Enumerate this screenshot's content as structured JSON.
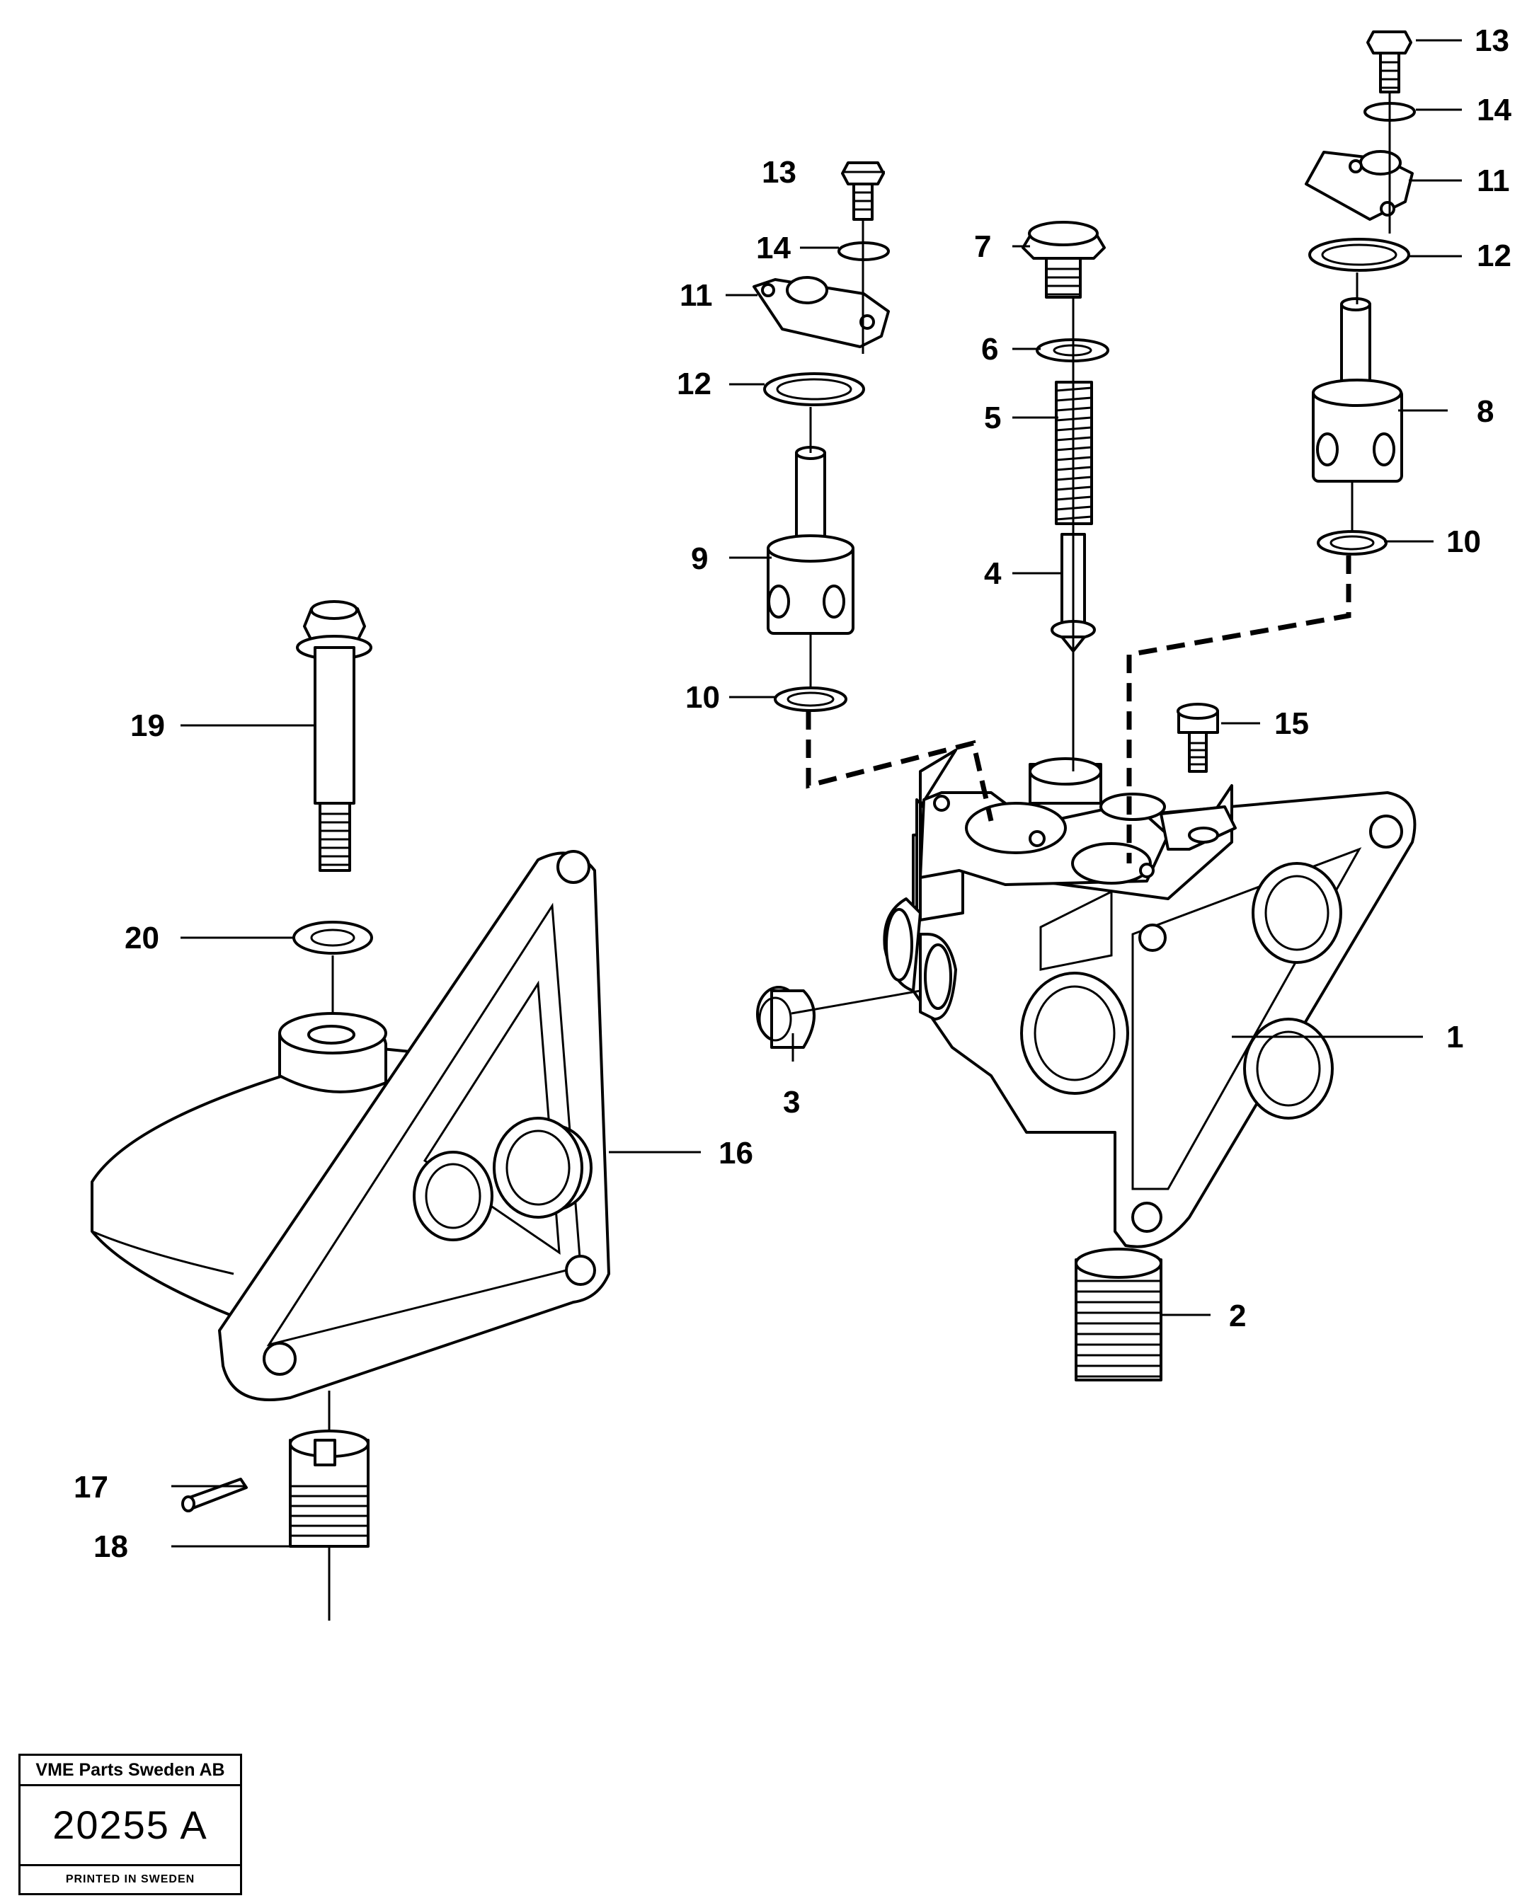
{
  "callouts": {
    "n1": "1",
    "n2": "2",
    "n3": "3",
    "n4": "4",
    "n5": "5",
    "n6": "6",
    "n7": "7",
    "n8": "8",
    "n9": "9",
    "n10": "10",
    "n11": "11",
    "n12": "12",
    "n13": "13",
    "n14": "14",
    "n15": "15",
    "n16": "16",
    "n17": "17",
    "n18": "18",
    "n19": "19",
    "n20": "20"
  },
  "stamp": {
    "company": "VME Parts Sweden AB",
    "number": "20255 A",
    "printed": "PRINTED IN SWEDEN"
  }
}
